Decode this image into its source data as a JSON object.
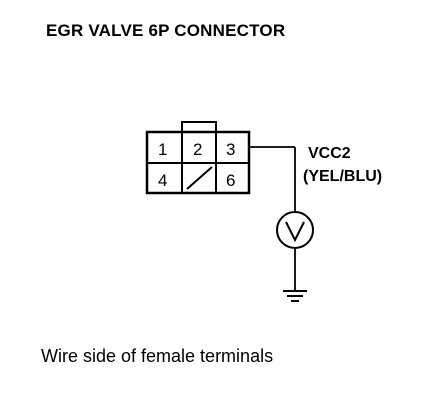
{
  "diagram": {
    "title": "EGR VALVE 6P CONNECTOR",
    "caption": "Wire side of female terminals",
    "connector": {
      "pins": [
        "1",
        "2",
        "3",
        "4",
        "6"
      ],
      "empty_position": "5"
    },
    "signal": {
      "name": "VCC2",
      "wire_color": "(YEL/BLU)"
    },
    "components": [
      "voltmeter-symbol",
      "ground-symbol"
    ]
  }
}
